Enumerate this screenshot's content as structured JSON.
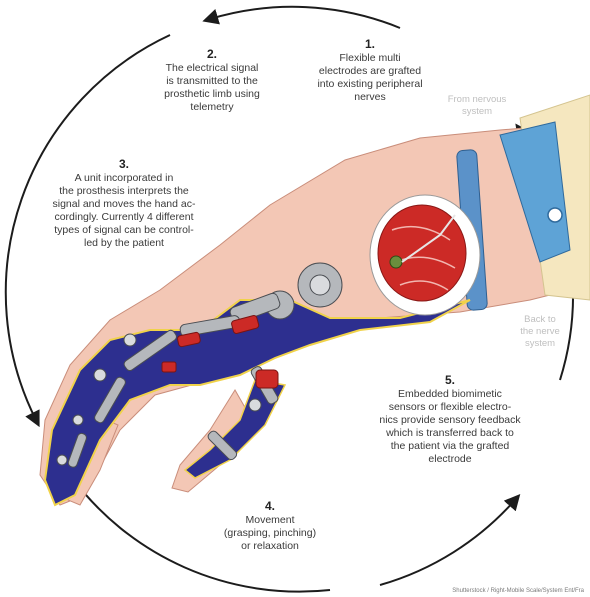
{
  "steps": [
    {
      "number": "1.",
      "text": "Flexible multi\nelectrodes are grafted\ninto existing peripheral\nnerves"
    },
    {
      "number": "2.",
      "text": "The electrical signal\nis transmitted to the\nprosthetic limb using\ntelemetry"
    },
    {
      "number": "3.",
      "text": "A unit incorporated in\nthe prosthesis interprets the\nsignal and moves the hand ac-\ncordingly.  Currently 4 different\ntypes of signal can be control-\nled by the patient"
    },
    {
      "number": "4.",
      "text": "Movement\n(grasping, pinching)\nor relaxation"
    },
    {
      "number": "5.",
      "text": "Embedded biomimetic\nsensors or flexible electro-\nnics provide sensory feedback\nwhich is transferred back to\nthe patient via the grafted\nelectrode"
    }
  ],
  "faint_labels": {
    "top_right": "From nervous\nsystem",
    "right": "Back to\nthe nerve\nsystem"
  },
  "credit": "Shutterstock / Right-Mobile Scale/System Ent/Fra",
  "colors": {
    "circle": "#1c1c1c",
    "skin": "#f3c7b5",
    "socket": "#2d2f8f",
    "muscle": "#cc2a26",
    "strap": "#5ea3d6",
    "cuff": "#f5e7bf",
    "metal": "#b5b8bc"
  }
}
